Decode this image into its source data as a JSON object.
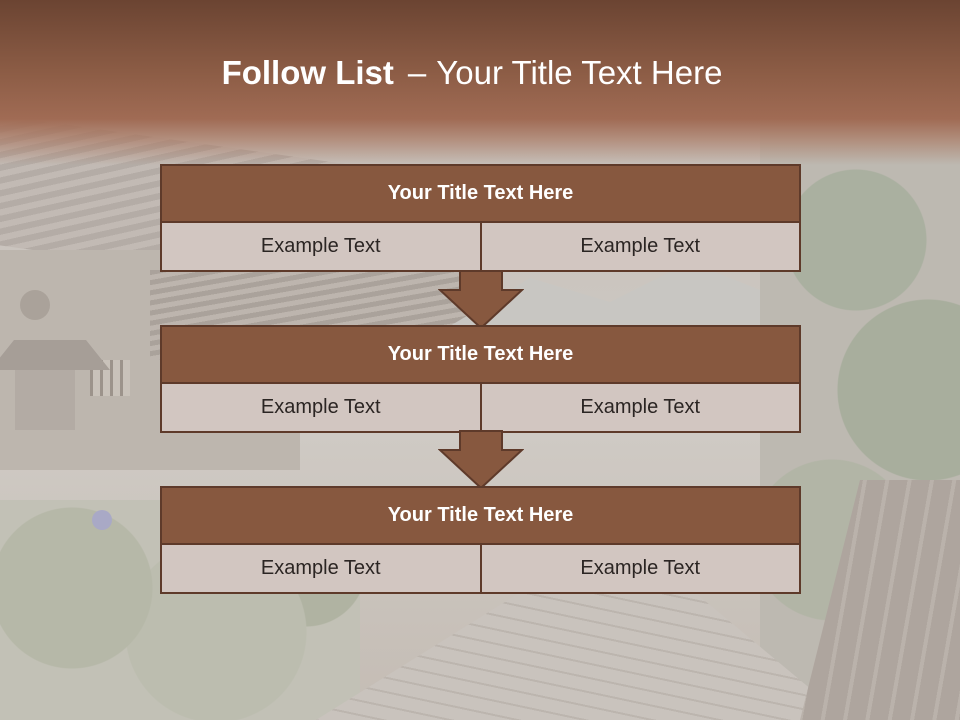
{
  "colors": {
    "title_band": "#8d5d46",
    "block_header": "#87583f",
    "block_border": "#5e3a2a",
    "cell_background": "#d2c6c1",
    "arrow_fill": "#87583f"
  },
  "title": {
    "bold": "Follow List",
    "dash": "–",
    "rest": "Your Title Text Here"
  },
  "blocks": [
    {
      "header": "Your Title Text Here",
      "cells": [
        "Example Text",
        "Example Text"
      ]
    },
    {
      "header": "Your Title Text Here",
      "cells": [
        "Example Text",
        "Example Text"
      ]
    },
    {
      "header": "Your Title Text Here",
      "cells": [
        "Example Text",
        "Example Text"
      ]
    }
  ]
}
